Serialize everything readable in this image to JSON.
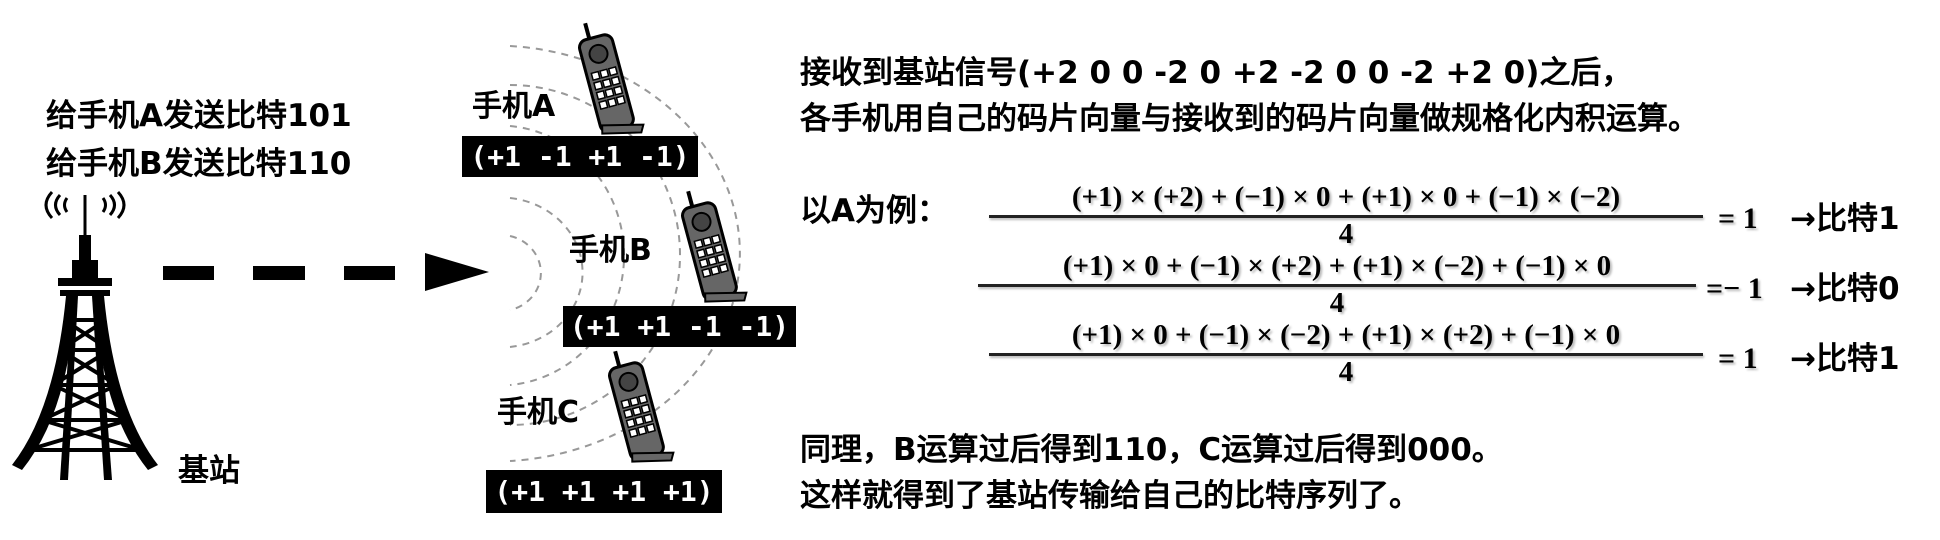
{
  "left": {
    "send_a": "给手机A发送比特101",
    "send_b": "给手机B发送比特110",
    "base_station_label": "基站"
  },
  "phones": [
    {
      "label": "手机A",
      "chip": "(+1 -1 +1 -1)"
    },
    {
      "label": "手机B",
      "chip": "(+1 +1 -1 -1)"
    },
    {
      "label": "手机C",
      "chip": "(+1 +1 +1 +1)"
    }
  ],
  "right": {
    "line1": "接收到基站信号(+2 0 0 -2 0 +2 -2 0 0 -2 +2 0)之后，",
    "line2": "各手机用自己的码片向量与接收到的码片向量做规格化内积运算。",
    "example_label": "以A为例：",
    "formulas": [
      {
        "numerator": "(+1) × (+2) + (−1) × 0 + (+1) × 0 + (−1) × (−2)",
        "denominator": "4",
        "result": "= 1",
        "bit": "→比特1"
      },
      {
        "numerator": "(+1) × 0 + (−1) × (+2) + (+1) × (−2) + (−1) × 0",
        "denominator": "4",
        "result": "=− 1",
        "bit": "→比特0"
      },
      {
        "numerator": "(+1) × 0 + (−1) × (−2) + (+1) × (+2) + (−1) × 0",
        "denominator": "4",
        "result": "= 1",
        "bit": "→比特1"
      }
    ],
    "conclusion1": "同理，B运算过后得到110，C运算过后得到000。",
    "conclusion2": "这样就得到了基站传输给自己的比特序列了。"
  }
}
